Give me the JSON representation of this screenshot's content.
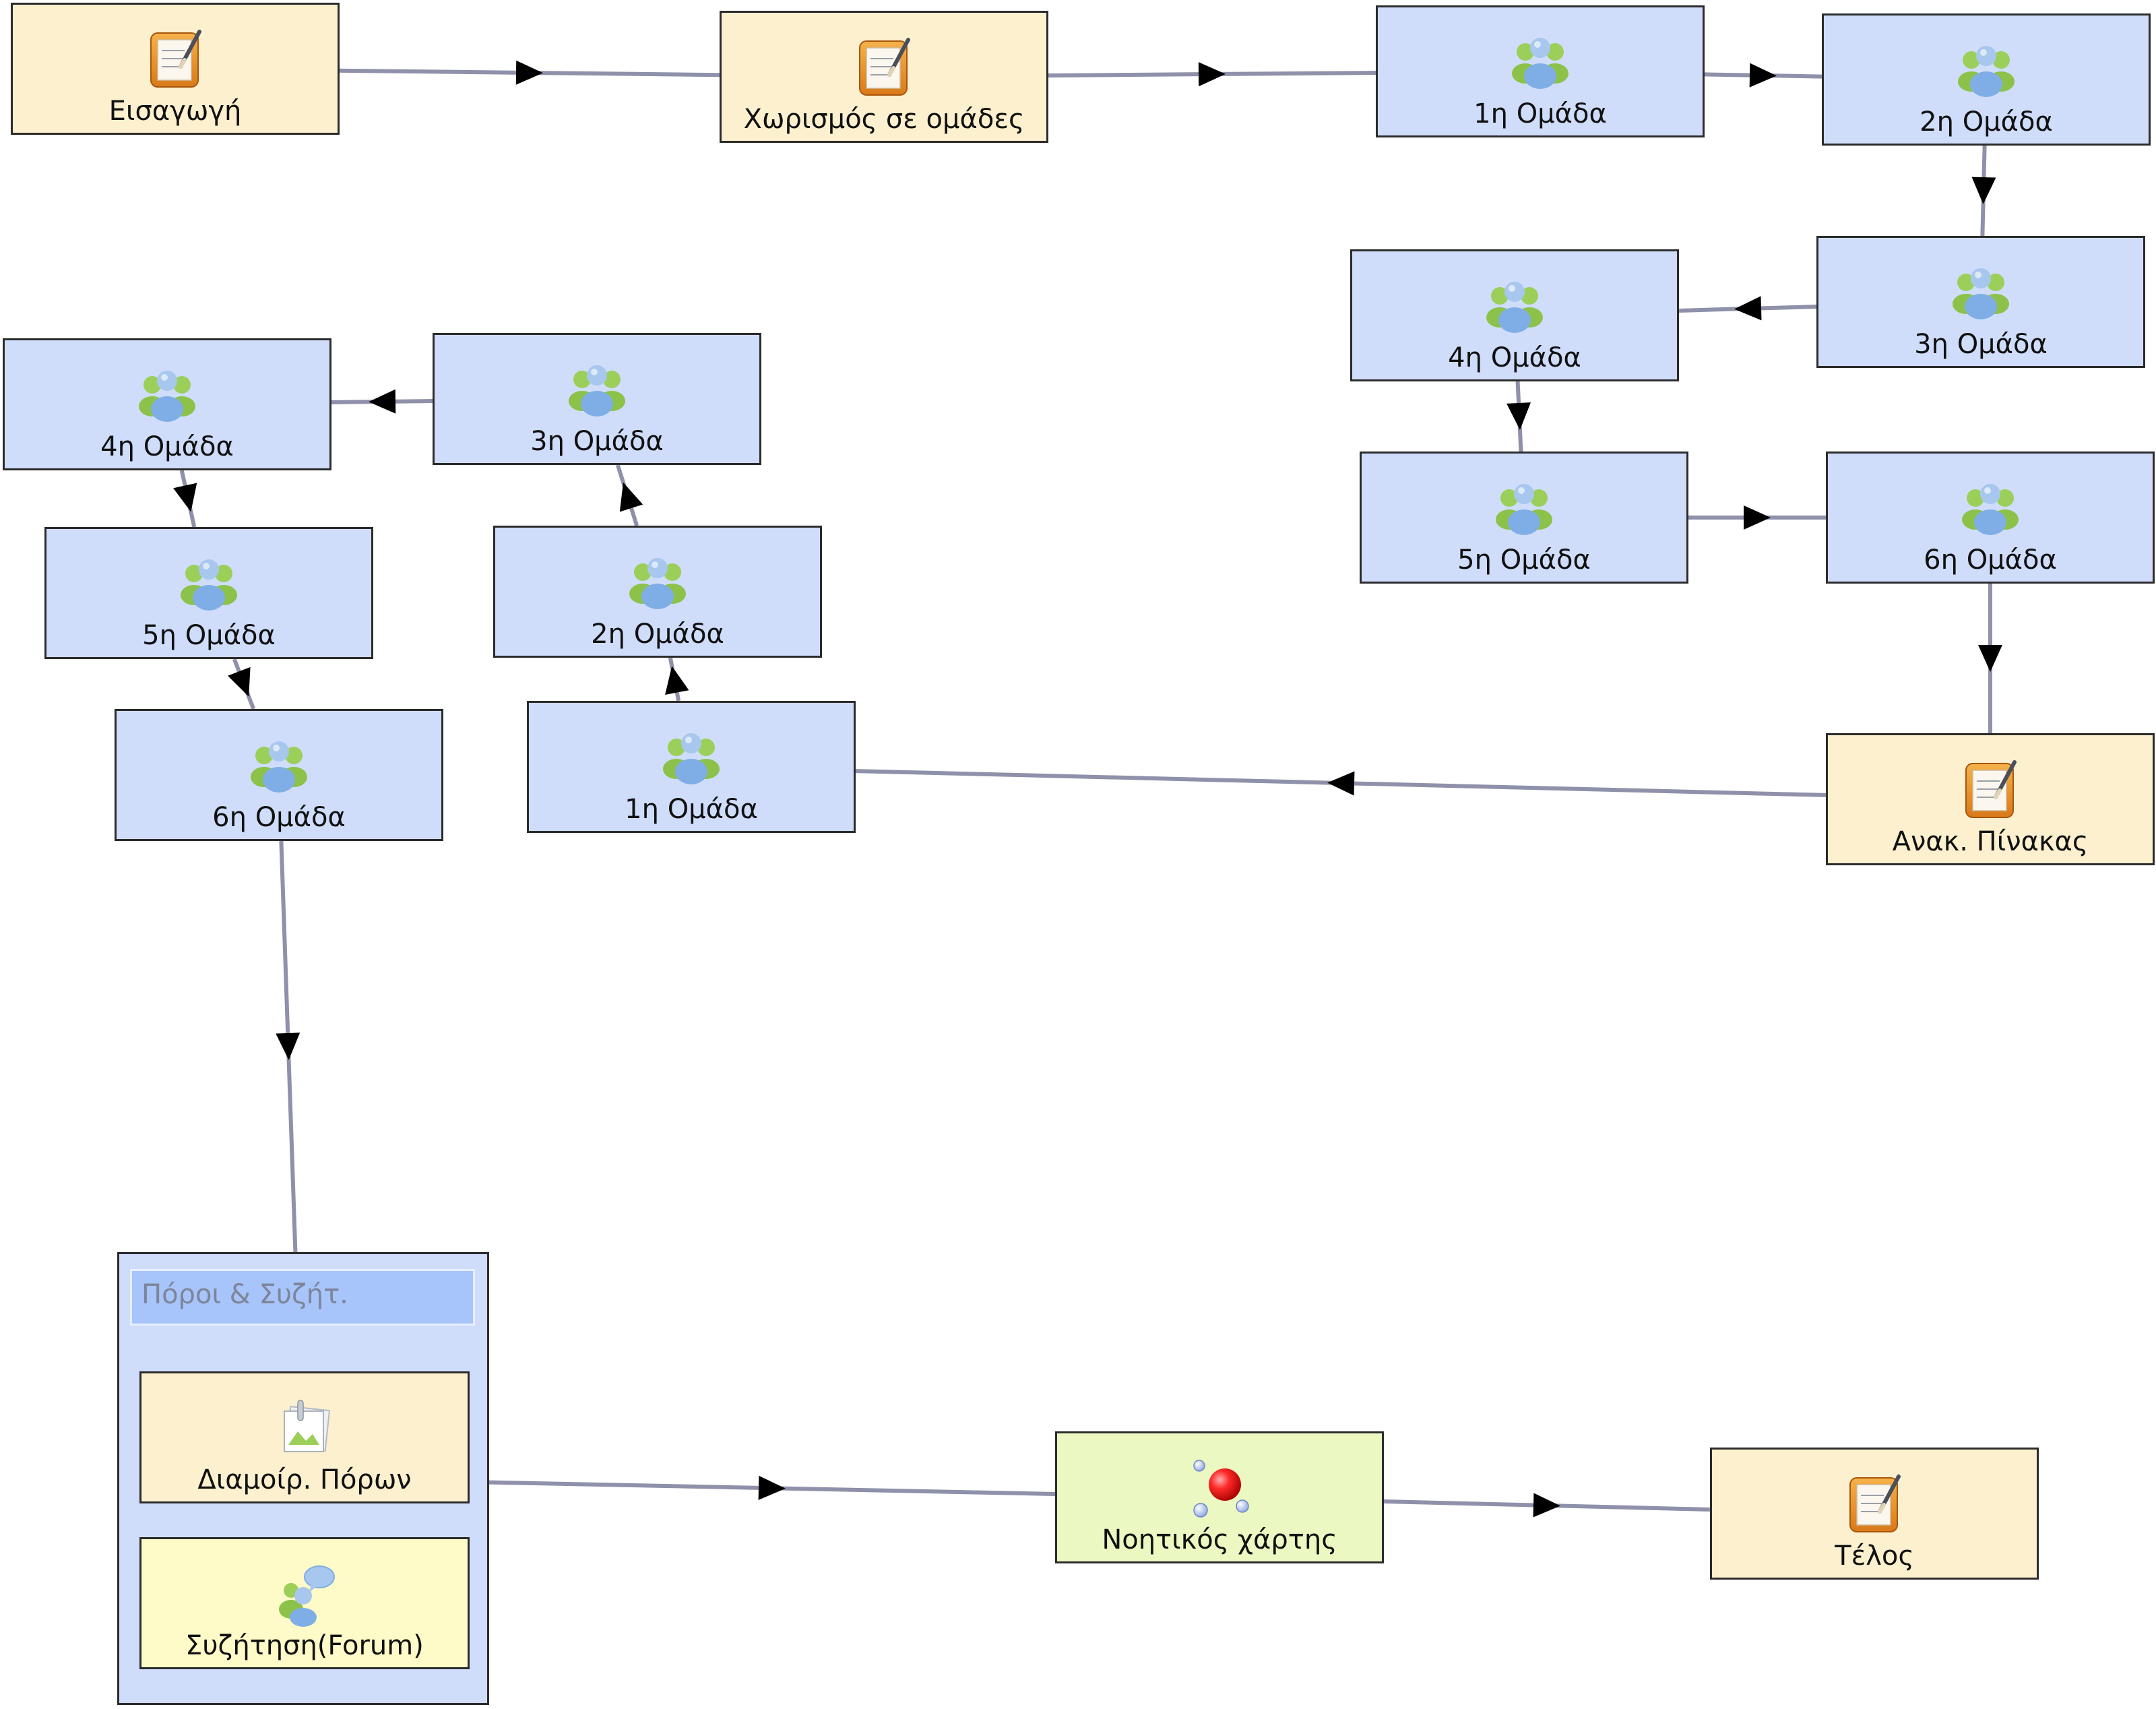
{
  "colors": {
    "edge": "#8e91a9",
    "arrow": "#000000",
    "tool_box": "#fdf0cf",
    "group_box": "#cfddfb",
    "forum_box": "#fffbc8",
    "mindmap_box": "#ebf8c2",
    "optional_header": "#a7c4fb"
  },
  "nodes": [
    {
      "id": "n1",
      "type": "tool",
      "icon": "notebook-icon",
      "label": "Εισαγωγή"
    },
    {
      "id": "n2",
      "type": "tool",
      "icon": "notebook-icon",
      "label": "Χωρισμός σε ομάδες"
    },
    {
      "id": "n3",
      "type": "group",
      "icon": "users-icon",
      "label": "1η Ομάδα"
    },
    {
      "id": "n4",
      "type": "group",
      "icon": "users-icon",
      "label": "2η Ομάδα"
    },
    {
      "id": "n5",
      "type": "group",
      "icon": "users-icon",
      "label": "3η Ομάδα"
    },
    {
      "id": "n6",
      "type": "group",
      "icon": "users-icon",
      "label": "4η Ομάδα"
    },
    {
      "id": "n7",
      "type": "group",
      "icon": "users-icon",
      "label": "5η Ομάδα"
    },
    {
      "id": "n8",
      "type": "group",
      "icon": "users-icon",
      "label": "6η Ομάδα"
    },
    {
      "id": "n9",
      "type": "tool",
      "icon": "notebook-icon",
      "label": "Ανακ. Πίνακας"
    },
    {
      "id": "n10",
      "type": "group",
      "icon": "users-icon",
      "label": "1η Ομάδα"
    },
    {
      "id": "n11",
      "type": "group",
      "icon": "users-icon",
      "label": "2η Ομάδα"
    },
    {
      "id": "n12",
      "type": "group",
      "icon": "users-icon",
      "label": "3η Ομάδα"
    },
    {
      "id": "n13",
      "type": "group",
      "icon": "users-icon",
      "label": "4η Ομάδα"
    },
    {
      "id": "n14",
      "type": "group",
      "icon": "users-icon",
      "label": "5η Ομάδα"
    },
    {
      "id": "n15",
      "type": "group",
      "icon": "users-icon",
      "label": "6η Ομάδα"
    },
    {
      "id": "n16",
      "type": "tool",
      "icon": "resources-icon",
      "label": "Διαμοίρ. Πόρων"
    },
    {
      "id": "n17",
      "type": "forum",
      "icon": "forum-icon",
      "label": "Συζήτηση(Forum)"
    },
    {
      "id": "n18",
      "type": "mind",
      "icon": "mindmap-icon",
      "label": "Νοητικός χάρτης"
    },
    {
      "id": "n19",
      "type": "tool",
      "icon": "notebook-icon",
      "label": "Τέλος"
    }
  ],
  "optional_activity": {
    "title": "Πόροι & Συζήτ.",
    "children": [
      "n16",
      "n17"
    ]
  },
  "edges": [
    {
      "from": "n1",
      "to": "n2"
    },
    {
      "from": "n2",
      "to": "n3"
    },
    {
      "from": "n3",
      "to": "n4"
    },
    {
      "from": "n4",
      "to": "n5"
    },
    {
      "from": "n5",
      "to": "n6"
    },
    {
      "from": "n6",
      "to": "n7"
    },
    {
      "from": "n7",
      "to": "n8"
    },
    {
      "from": "n8",
      "to": "n9"
    },
    {
      "from": "n9",
      "to": "n10"
    },
    {
      "from": "n10",
      "to": "n11"
    },
    {
      "from": "n11",
      "to": "n12"
    },
    {
      "from": "n12",
      "to": "n13"
    },
    {
      "from": "n13",
      "to": "n14"
    },
    {
      "from": "n14",
      "to": "n15"
    },
    {
      "from": "n15",
      "to": "optional"
    },
    {
      "from": "optional",
      "to": "n18"
    },
    {
      "from": "n18",
      "to": "n19"
    }
  ]
}
